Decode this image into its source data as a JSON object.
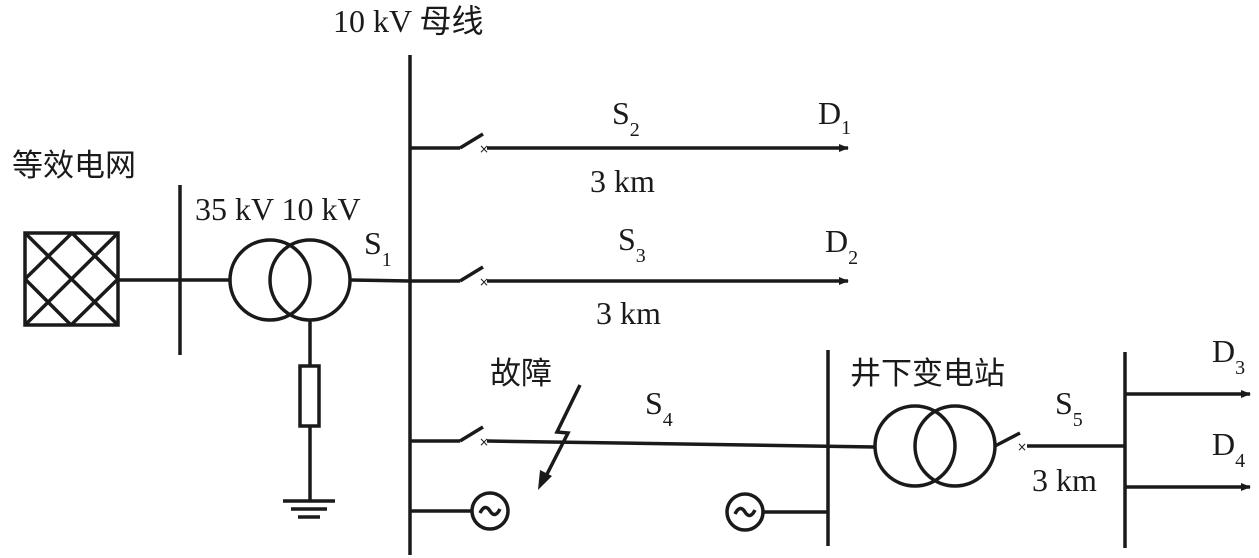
{
  "labels": {
    "bus_10kv": "10 kV 母线",
    "grid": "等效电网",
    "transformer_voltages": "35 kV 10 kV",
    "fault": "故障",
    "substation": "井下变电站"
  },
  "switches": [
    {
      "letter": "S",
      "sub": "1"
    },
    {
      "letter": "S",
      "sub": "2"
    },
    {
      "letter": "S",
      "sub": "3"
    },
    {
      "letter": "S",
      "sub": "4"
    },
    {
      "letter": "S",
      "sub": "5"
    }
  ],
  "loads": [
    {
      "letter": "D",
      "sub": "1"
    },
    {
      "letter": "D",
      "sub": "2"
    },
    {
      "letter": "D",
      "sub": "3"
    },
    {
      "letter": "D",
      "sub": "4"
    }
  ],
  "line_lengths": [
    "3 km",
    "3 km",
    "3 km"
  ],
  "colors": {
    "stroke": "#1a1a1a",
    "background": "#ffffff"
  }
}
